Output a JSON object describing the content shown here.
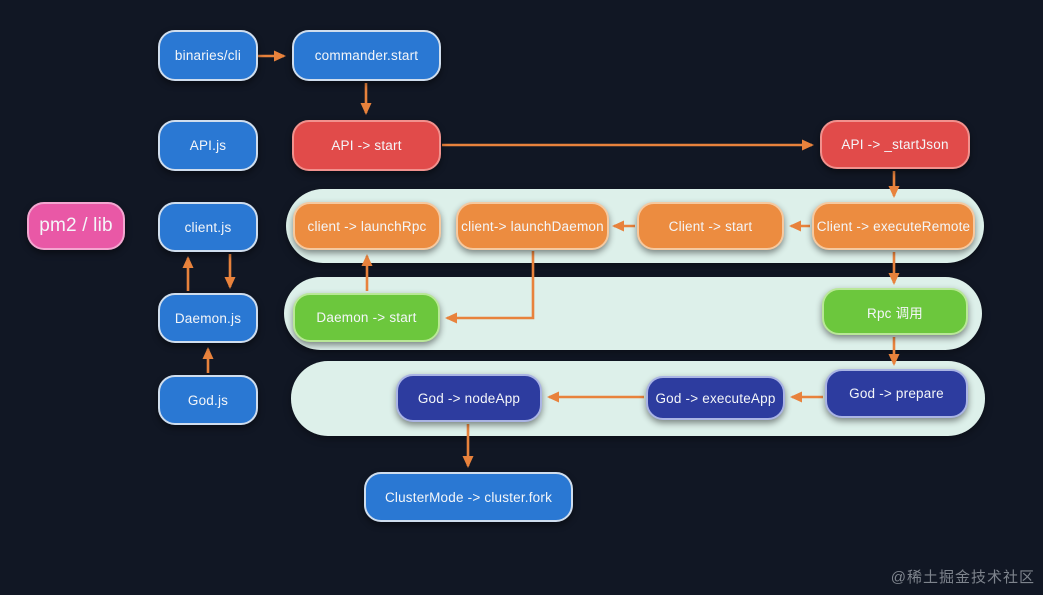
{
  "page": {
    "watermark": "@稀土掘金技术社区",
    "background_color": "#111724",
    "lane_color": "#ddf0ea",
    "arrow_color": "#e8823c"
  },
  "colors": {
    "blue": "#2a78d3",
    "red": "#e14b4a",
    "orange": "#ec8c40",
    "green": "#6cc73d",
    "indigo": "#2d3c9f",
    "pink": "#e958a6"
  },
  "nodes": {
    "pm2_lib": {
      "label": "pm2 / lib",
      "color": "pink"
    },
    "binaries_cli": {
      "label": "binaries/cli",
      "color": "blue"
    },
    "commander_start": {
      "label": "commander.start",
      "color": "blue"
    },
    "api_js": {
      "label": "API.js",
      "color": "blue"
    },
    "api_start": {
      "label": "API -> start",
      "color": "red"
    },
    "api_startjson": {
      "label": "API -> _startJson",
      "color": "red"
    },
    "client_js": {
      "label": "client.js",
      "color": "blue"
    },
    "daemon_js": {
      "label": "Daemon.js",
      "color": "blue"
    },
    "god_js": {
      "label": "God.js",
      "color": "blue"
    },
    "client_launchrpc": {
      "label": "client -> launchRpc",
      "color": "orange"
    },
    "client_launchdaemon": {
      "label": "client-> launchDaemon",
      "color": "orange"
    },
    "client_start": {
      "label": "Client -> start",
      "color": "orange"
    },
    "client_executeremote": {
      "label": "Client -> executeRemote",
      "color": "orange"
    },
    "daemon_start": {
      "label": "Daemon -> start",
      "color": "green"
    },
    "rpc_call": {
      "label": "Rpc 调用",
      "color": "green"
    },
    "god_nodeapp": {
      "label": "God -> nodeApp",
      "color": "indigo"
    },
    "god_executeapp": {
      "label": "God -> executeApp",
      "color": "indigo"
    },
    "god_prepare": {
      "label": "God -> prepare",
      "color": "indigo"
    },
    "clustermode_fork": {
      "label": "ClusterMode -> cluster.fork",
      "color": "blue"
    }
  },
  "edges": [
    {
      "from": "binaries_cli",
      "to": "commander_start"
    },
    {
      "from": "commander_start",
      "to": "api_start"
    },
    {
      "from": "api_start",
      "to": "api_startjson"
    },
    {
      "from": "api_startjson",
      "to": "client_executeremote"
    },
    {
      "from": "client_executeremote",
      "to": "client_start"
    },
    {
      "from": "client_start",
      "to": "client_launchdaemon"
    },
    {
      "from": "client_launchdaemon",
      "to": "daemon_start"
    },
    {
      "from": "daemon_start",
      "to": "client_launchrpc"
    },
    {
      "from": "client_executeremote",
      "to": "rpc_call"
    },
    {
      "from": "rpc_call",
      "to": "god_prepare"
    },
    {
      "from": "god_prepare",
      "to": "god_executeapp"
    },
    {
      "from": "god_executeapp",
      "to": "god_nodeapp"
    },
    {
      "from": "god_nodeapp",
      "to": "clustermode_fork"
    },
    {
      "from": "client_js",
      "to": "daemon_js"
    },
    {
      "from": "daemon_js",
      "to": "client_js"
    },
    {
      "from": "god_js",
      "to": "daemon_js"
    }
  ]
}
